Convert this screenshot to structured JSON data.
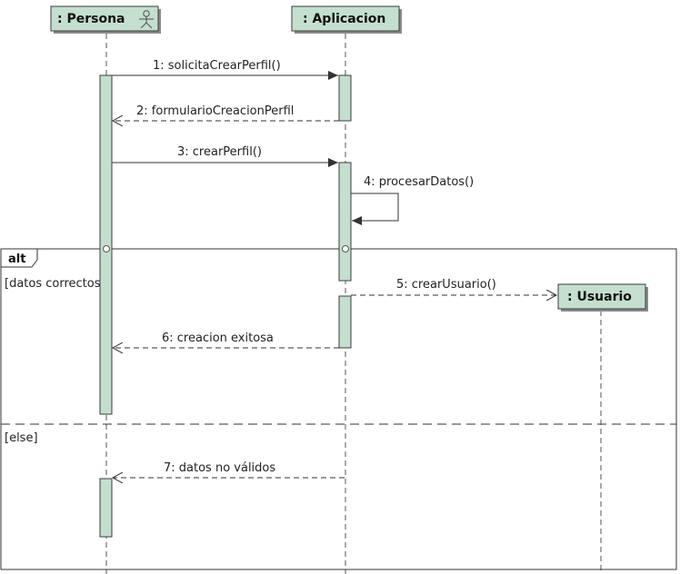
{
  "participants": {
    "persona": {
      "label": ": Persona",
      "icon": "actor-icon"
    },
    "aplicacion": {
      "label": ": Aplicacion"
    },
    "usuario": {
      "label": ": Usuario"
    }
  },
  "messages": [
    {
      "label": "1:  solicitaCrearPerfil()"
    },
    {
      "label": "2:  formularioCreacionPerfil"
    },
    {
      "label": "3:  crearPerfil()"
    },
    {
      "label": "4:  procesarDatos()"
    },
    {
      "label": "5:  crearUsuario()"
    },
    {
      "label": "6:  creacion exitosa"
    },
    {
      "label": "7:  datos no válidos"
    }
  ],
  "fragment": {
    "operator": "alt",
    "guard1": "[datos correctos]",
    "guard2": "[else]"
  },
  "colors": {
    "head_fill": "#c5dfcf",
    "activation_fill": "#c5dfcf",
    "line": "#333333"
  }
}
